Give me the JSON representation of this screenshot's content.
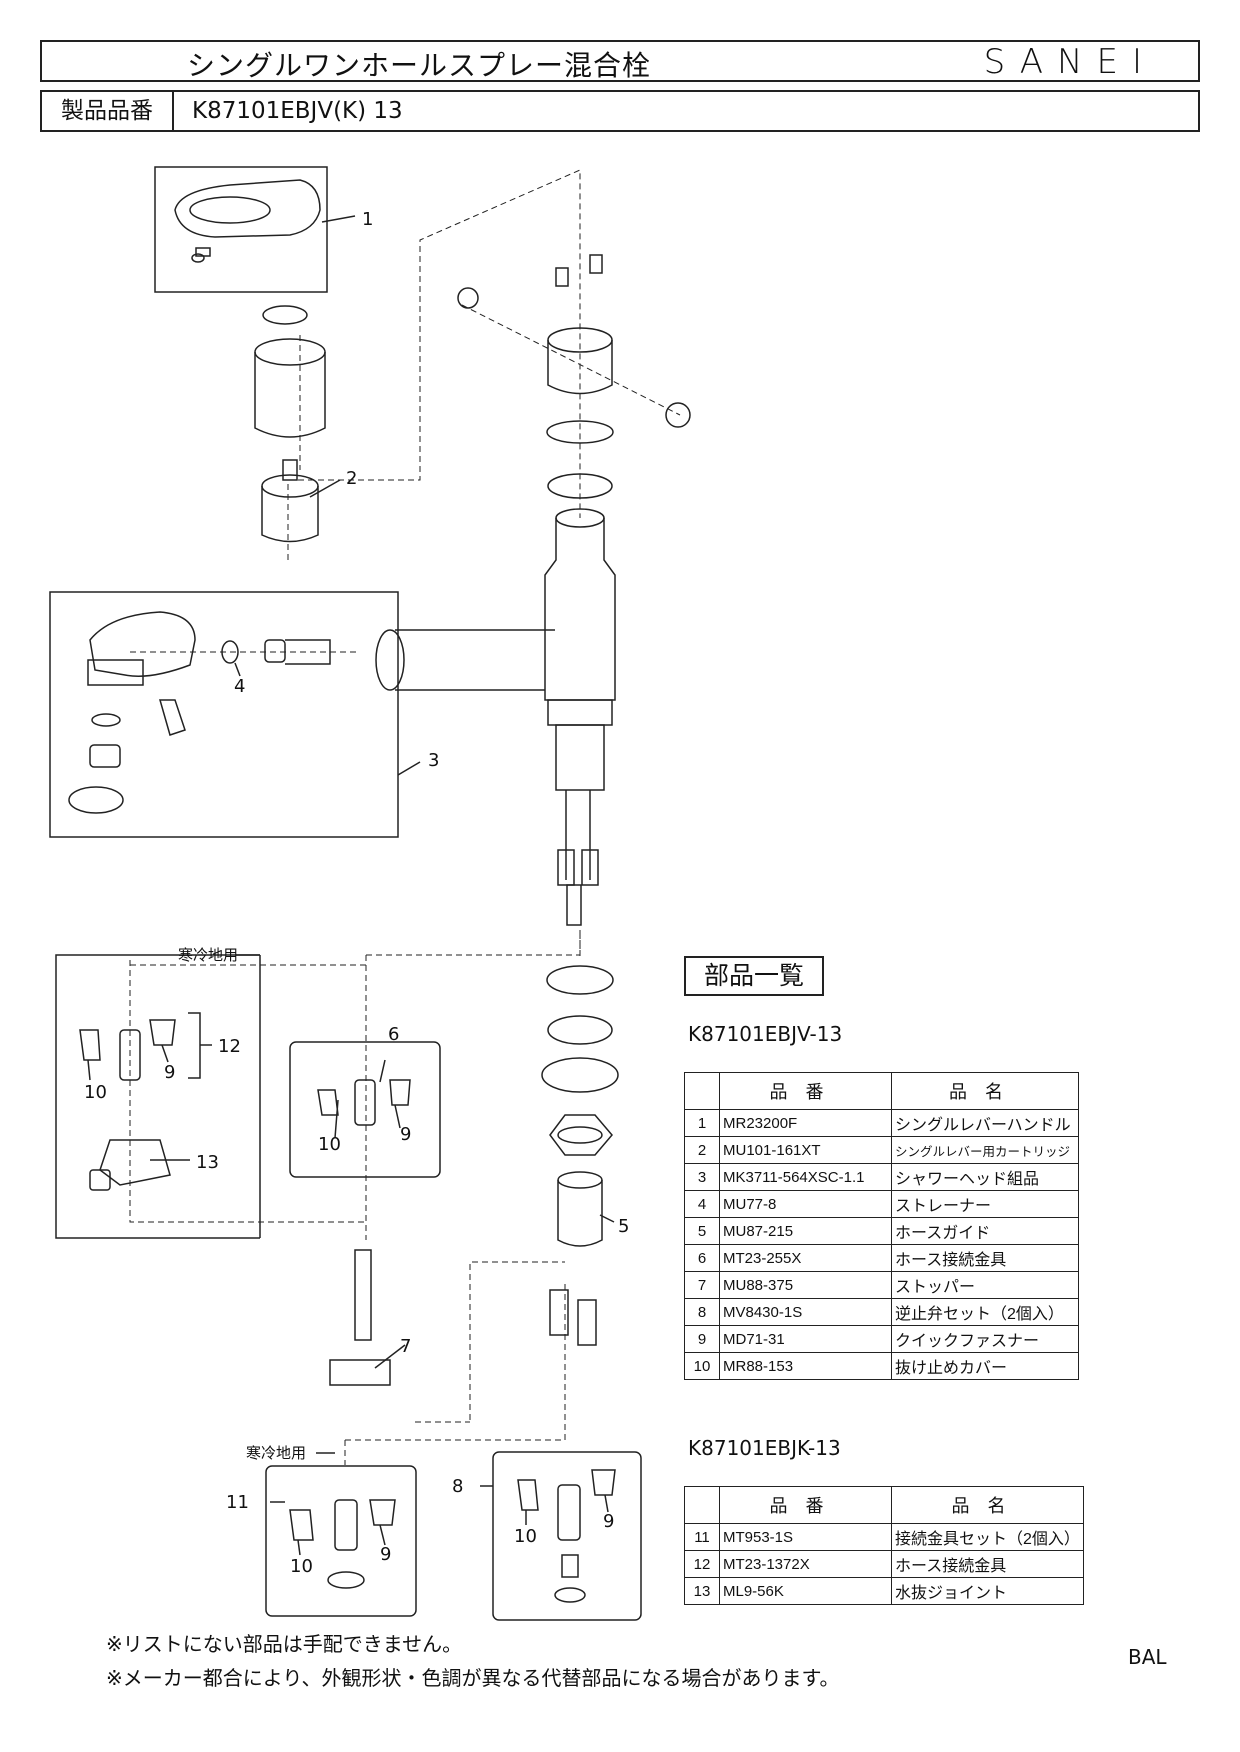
{
  "header": {
    "title": "シングルワンホールスプレー混合栓",
    "brand": "SANEI",
    "product_label": "製品品番",
    "product_number": "K87101EBJV(K)  13"
  },
  "diagram": {
    "callouts": [
      "1",
      "2",
      "3",
      "4",
      "5",
      "6",
      "7",
      "8",
      "9",
      "10",
      "11",
      "12",
      "13"
    ],
    "cold_region_label": "寒冷地用"
  },
  "parts_heading": "部品一覧",
  "tables": [
    {
      "caption": "K87101EBJV-13",
      "headers": [
        "品番",
        "品名"
      ],
      "rows": [
        {
          "no": "1",
          "code": "MR23200F",
          "name": "シングルレバーハンドル"
        },
        {
          "no": "2",
          "code": "MU101-161XT",
          "name": "シングルレバー用カートリッジ"
        },
        {
          "no": "3",
          "code": "MK3711-564XSC-1.1",
          "name": "シャワーヘッド組品"
        },
        {
          "no": "4",
          "code": "MU77-8",
          "name": "ストレーナー"
        },
        {
          "no": "5",
          "code": "MU87-215",
          "name": "ホースガイド"
        },
        {
          "no": "6",
          "code": "MT23-255X",
          "name": "ホース接続金具"
        },
        {
          "no": "7",
          "code": "MU88-375",
          "name": "ストッパー"
        },
        {
          "no": "8",
          "code": "MV8430-1S",
          "name": "逆止弁セット（2個入）"
        },
        {
          "no": "9",
          "code": "MD71-31",
          "name": "クイックファスナー"
        },
        {
          "no": "10",
          "code": "MR88-153",
          "name": "抜け止めカバー"
        }
      ]
    },
    {
      "caption": "K87101EBJK-13",
      "headers": [
        "品番",
        "品名"
      ],
      "rows": [
        {
          "no": "11",
          "code": "MT953-1S",
          "name": "接続金具セット（2個入）"
        },
        {
          "no": "12",
          "code": "MT23-1372X",
          "name": "ホース接続金具"
        },
        {
          "no": "13",
          "code": "ML9-56K",
          "name": "水抜ジョイント"
        }
      ]
    }
  ],
  "notes": [
    "※リストにない部品は手配できません。",
    "※メーカー都合により、外観形状・色調が異なる代替部品になる場合があります。"
  ],
  "footer_code": "BAL"
}
